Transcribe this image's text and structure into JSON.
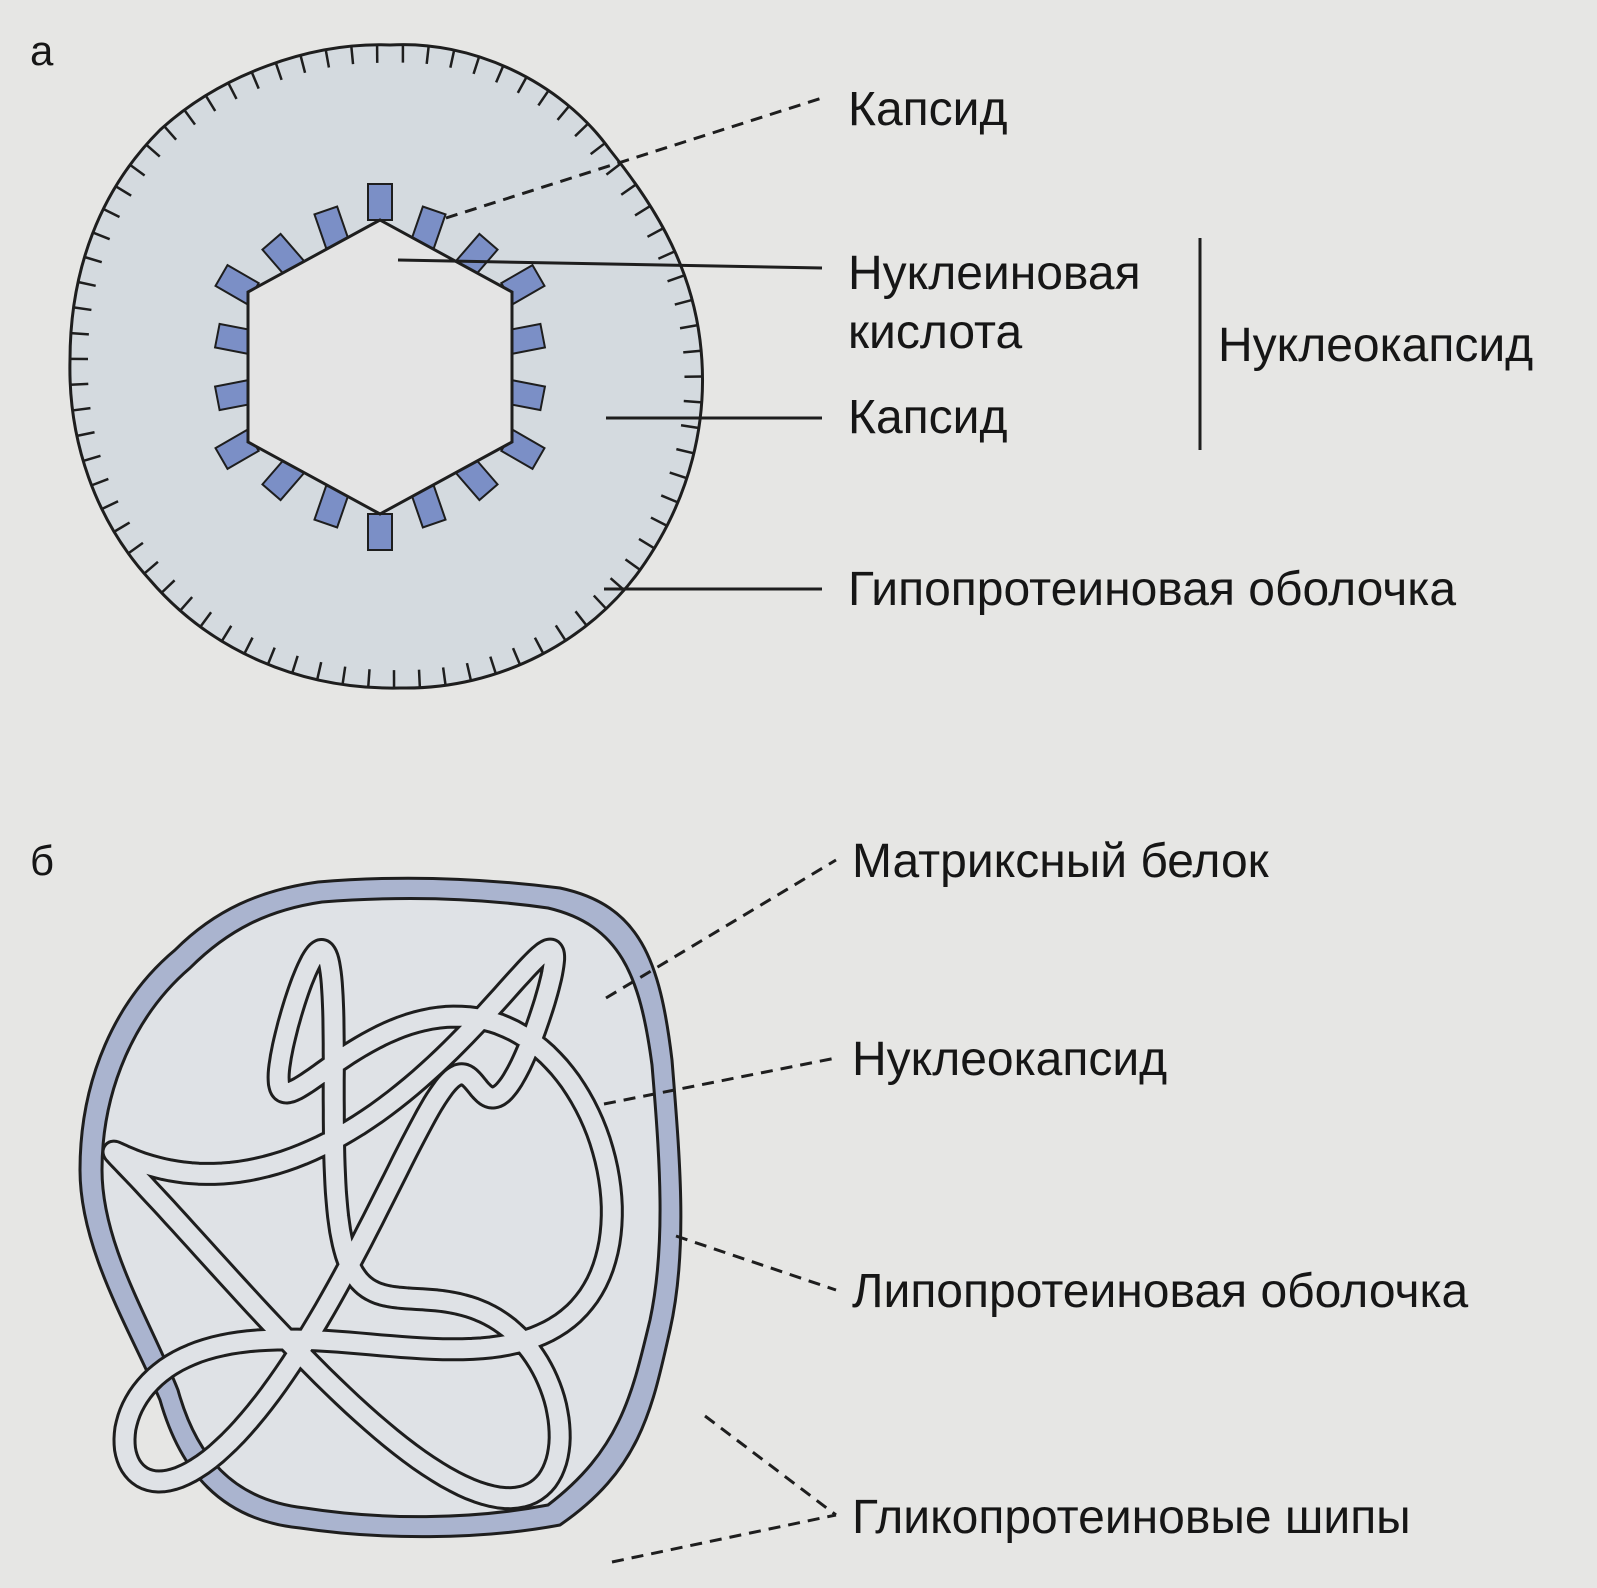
{
  "panel_a": {
    "letter": "а",
    "labels": {
      "capsid_top": "Капсид",
      "nucleic_acid_line1": "Нуклеиновая",
      "nucleic_acid_line2": "кислота",
      "capsid_bottom": "Капсид",
      "nucleocapsid": "Нуклеокапсид",
      "envelope": "Гипопротеиновая оболочка"
    }
  },
  "panel_b": {
    "letter": "б",
    "labels": {
      "matrix_protein": "Матриксный белок",
      "nucleocapsid": "Нуклеокапсид",
      "envelope": "Липопротеиновая оболочка",
      "spikes": "Гликопротеиновые шипы"
    }
  },
  "colors": {
    "background": "#e6e6e4",
    "virion_fill": "#d4dadf",
    "capsomer": "#7b8fc6",
    "envelope_b": "#aab4cf",
    "outline": "#1e1e1e"
  }
}
